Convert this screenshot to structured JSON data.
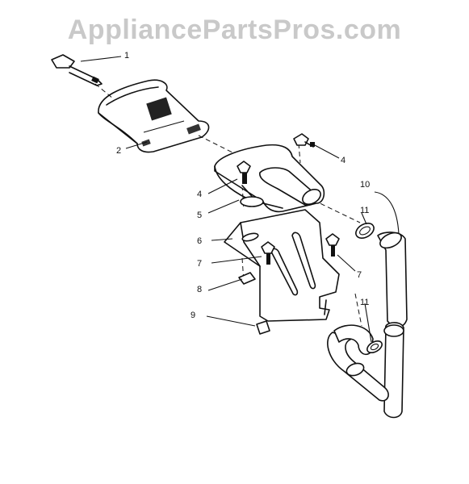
{
  "watermark": "AppliancePartsPros.com",
  "callouts": {
    "c1": "1",
    "c2": "2",
    "c4a": "4",
    "c4b": "4",
    "c5": "5",
    "c6": "6",
    "c7a": "7",
    "c7b": "7",
    "c8": "8",
    "c9": "9",
    "c10": "10",
    "c11a": "11",
    "c11b": "11"
  }
}
